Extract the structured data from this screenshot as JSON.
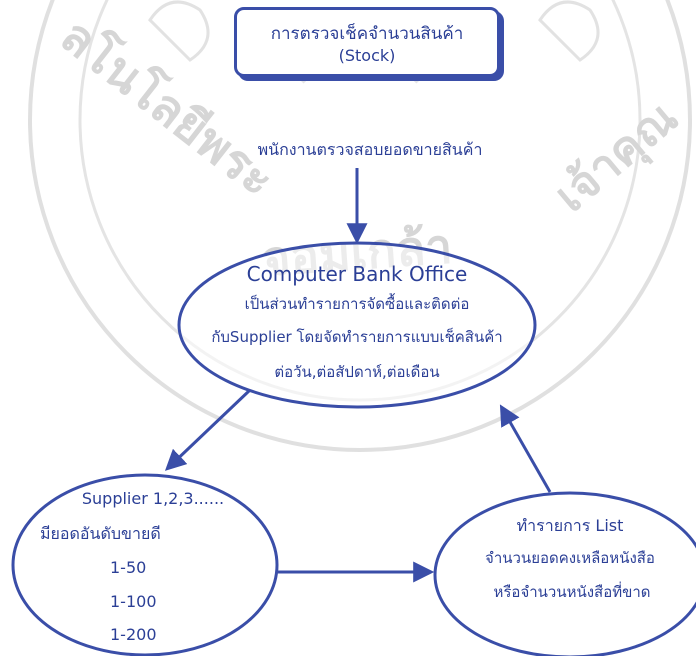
{
  "watermark": {
    "left_text": "ลโนโลยีพระ",
    "middle_text": "จอมเกล้า",
    "right_text": "เจ้าคุณ"
  },
  "nodes": {
    "stack_check": {
      "line1": "การตรวจเช็คจำนวนสินค้า",
      "line2": "(Stock)"
    },
    "staff_label": "พนักงานตรวจสอบยอดขายสินค้า",
    "back_office": {
      "title": "Computer Bank Office",
      "line1": "เป็นส่วนทำรายการจัดซื้อและติดต่อ",
      "line2": "กับSupplier โดยจัดทำรายการแบบเช็คสินค้า",
      "line3": "ต่อวัน,ต่อสัปดาห์,ต่อเดือน"
    },
    "supplier": {
      "title": "Supplier 1,2,3......",
      "line1": "มียอดอันดับขายดี",
      "item1": "1-50",
      "item2": "1-100",
      "item3": "1-200"
    },
    "list": {
      "title": "ทำรายการ List",
      "line1": "จำนวนยอดคงเหลือหนังสือ",
      "line2": "หรือจำนวนหนังสือที่ขาด"
    }
  },
  "colors": {
    "ink": "#2b3f96",
    "stroke": "#3a4ea8",
    "watermark": "#d6d6d6"
  }
}
